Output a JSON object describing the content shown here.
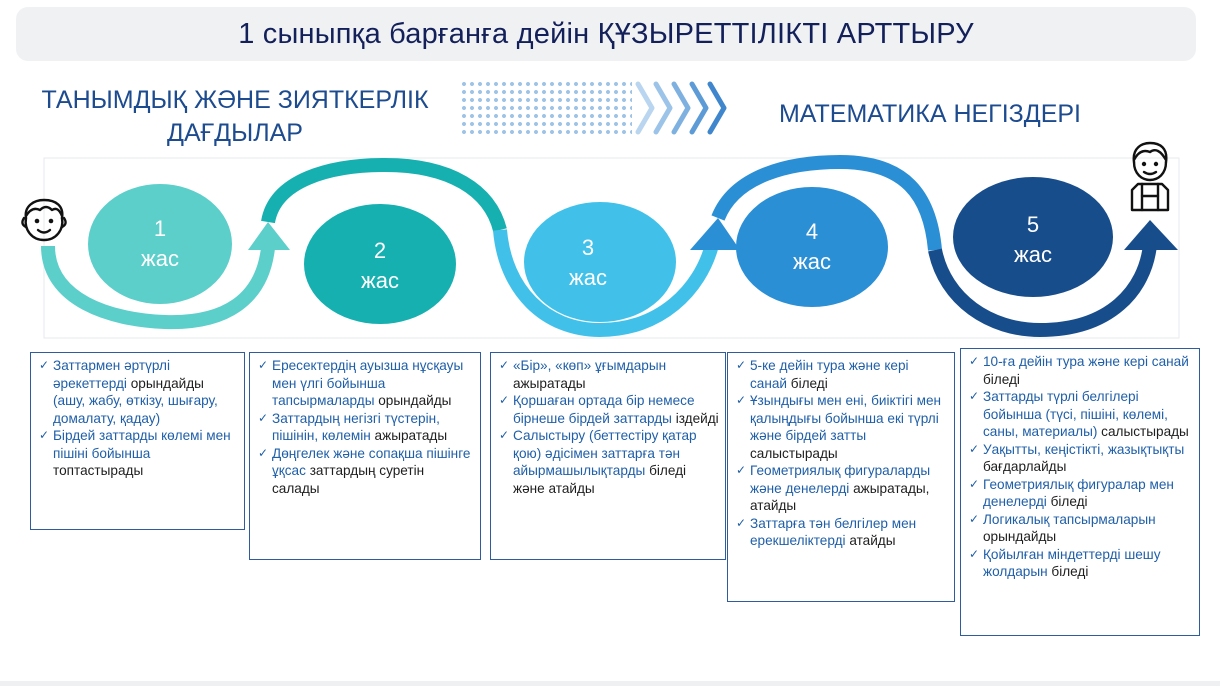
{
  "title": "1 сыныпқа барғанға дейін ҚҰЗЫРЕТТІЛІКТІ АРТТЫРУ",
  "headings": {
    "left": [
      "ТАНЫМДЫҚ ЖӘНЕ ЗИЯТКЕРЛІК",
      "ДАҒДЫЛАР"
    ],
    "right": "МАТЕМАТИКА НЕГІЗДЕРІ"
  },
  "icons": {
    "start": "boy-face-icon",
    "end": "child-figure-icon",
    "chevrons": "chevron-arrows-icon"
  },
  "colors": {
    "stage1": "#5ccfcb",
    "stage2": "#17b0b0",
    "stage3": "#41c1ea",
    "stage4": "#2b8fd6",
    "stage5": "#184d8c",
    "title": "#13205a"
  },
  "stages": [
    {
      "num": "1",
      "unit": "жас"
    },
    {
      "num": "2",
      "unit": "жас"
    },
    {
      "num": "3",
      "unit": "жас"
    },
    {
      "num": "4",
      "unit": "жас"
    },
    {
      "num": "5",
      "unit": "жас"
    }
  ],
  "boxes": [
    {
      "items": [
        [
          [
            "Заттармен әртүрлі әрекеттерді ",
            "b"
          ],
          [
            "орындайды",
            "k"
          ],
          [
            " (ашу, жабу, өткізу, шығару, домалату, қадау)",
            "b"
          ]
        ],
        [
          [
            "Бірдей заттарды көлемі мен пішіні бойынша ",
            "b"
          ],
          [
            "топтастырады",
            "k"
          ]
        ]
      ]
    },
    {
      "items": [
        [
          [
            "Ересектердің ауызша нұсқауы  мен үлгі бойынша тапсырмаларды ",
            "b"
          ],
          [
            "орындайды",
            "k"
          ]
        ],
        [
          [
            "Заттардың негізгі түстерін, пішінін, көлемін ",
            "b"
          ],
          [
            "ажыратады",
            "k"
          ]
        ],
        [
          [
            "Дөңгелек және сопақша пішінге ұқсас ",
            "b"
          ],
          [
            "заттардың суретін салады",
            "k"
          ]
        ]
      ]
    },
    {
      "items": [
        [
          [
            "«Бір», «көп» ұғымдарын ",
            "b"
          ],
          [
            "ажыратады",
            "k"
          ]
        ],
        [
          [
            "Қоршаған ортада бір немесе бірнеше бірдей заттарды ",
            "b"
          ],
          [
            "іздейді",
            "k"
          ]
        ],
        [
          [
            "Салыстыру (беттестіру қатар қою) әдісімен заттарға тән айырмашылықтарды  ",
            "b"
          ],
          [
            "біледі және атайды",
            "k"
          ]
        ]
      ]
    },
    {
      "items": [
        [
          [
            "5-ке дейін тура және кері санай ",
            "b"
          ],
          [
            "біледі",
            "k"
          ]
        ],
        [
          [
            "Ұзындығы мен ені, биіктігі мен қалыңдығы бойынша екі түрлі және бірдей затты ",
            "b"
          ],
          [
            "салыстырады",
            "k"
          ]
        ],
        [
          [
            "Геометриялық фигураларды және денелерді ",
            "b"
          ],
          [
            "ажыратады, атайды",
            "k"
          ]
        ],
        [
          [
            "Заттарға тән белгілер мен ерекшеліктерді ",
            "b"
          ],
          [
            "атайды",
            "k"
          ]
        ]
      ]
    },
    {
      "items": [
        [
          [
            "10-ға дейін тура және кері санай ",
            "b"
          ],
          [
            "біледі",
            "k"
          ]
        ],
        [
          [
            "Заттарды түрлі белгілері бойынша  (түсі, пішіні, көлемі, саны, материалы) ",
            "b"
          ],
          [
            "салыстырады",
            "k"
          ]
        ],
        [
          [
            "Уақытты, кеңістікті, жазықтықты ",
            "b"
          ],
          [
            "бағдарлайды",
            "k"
          ]
        ],
        [
          [
            "Геометриялық фигуралар мен денелерді ",
            "b"
          ],
          [
            "біледі",
            "k"
          ]
        ],
        [
          [
            "Логикалық тапсырмаларын ",
            "b"
          ],
          [
            "орындайды",
            "k"
          ]
        ],
        [
          [
            "Қойылған міндеттерді шешу жолдарын ",
            "b"
          ],
          [
            "біледі",
            "k"
          ]
        ]
      ]
    }
  ]
}
